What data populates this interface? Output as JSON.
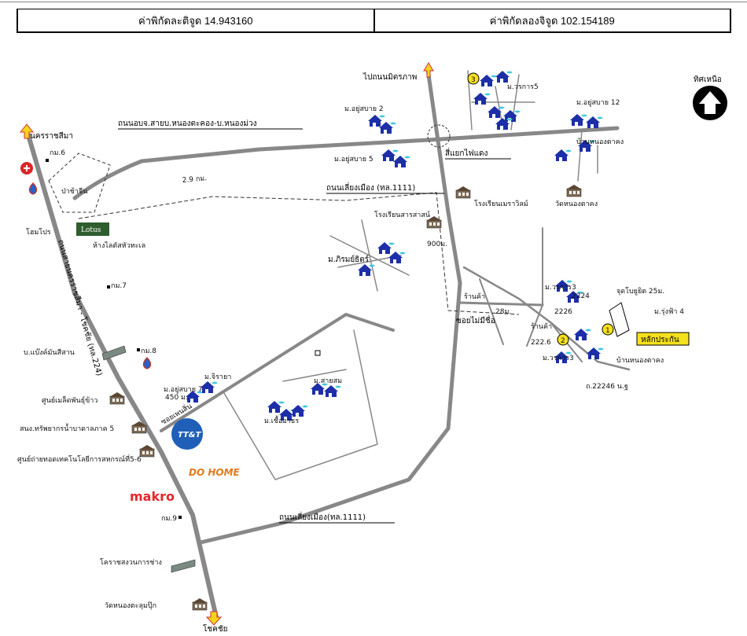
{
  "coords": {
    "latitude": "ค่าพิกัดละติจูด 14.943160",
    "longitude": "ค่าพิกัดลองจิจูด 102.154189"
  },
  "north": "ทิศเหนือ",
  "roads": {
    "to_mittraphap": "ไปถนนมิตรภาพ",
    "nong_takhong": "ถนนอบจ.สายบ.หนองตะคอง-บ.หนองม่วง",
    "bypass_top": "ถนนเลี่ยงเมือง (ทล.1111)",
    "bypass_bottom": "ถนนเลี่ยงเมือง(ทล.1111)",
    "highway": "ถนนสายนครราชสีมา - โชคชัย (ทล.224)",
    "unnamed_soi": "ซอยไม่มีชื่อ",
    "soi_siam": "ซอยเพนสิ่น"
  },
  "distances": {
    "d29": "2.9 กม.",
    "d900": "900ม.",
    "d450": "450 ม.",
    "d28": "28ม.",
    "d25": "จุดโบยูยิต 25ม."
  },
  "places": {
    "nakhon_ratchasima": "นครราชสีมา",
    "chok_chai": "โชคชัย",
    "km6": "กม.6",
    "km7": "กม.7",
    "km8": "กม.8",
    "km9": "กม.9",
    "pa_cha_chin": "ป่าช้าจีน",
    "homepro": "โฮมโปร",
    "lotus": "Lotus",
    "market": "ห้างไลตัสหัวทะเล",
    "moo_yu_sabai_2": "ม.อยู่สบาย 2",
    "moo_yu_sabai_5": "ม.อยู่สบาย 5",
    "moo_yu_sabai_7": "ม.อยู่สบาย 7",
    "moo_yu_sabai_12": "ม.อยู่สบาย 12",
    "moo_worakarn_5": "ม.วรการ5",
    "moo_worakarn_3a": "ม.วรการ3",
    "moo_worakarn_3b": "ม.วรการ3",
    "traffic_light": "สี่แยกไฟแดง",
    "ban_nong_takhong_1": "บ้านหนองตาคง",
    "ban_nong_takhong_2": "บ้านหนองตาคง",
    "school_1": "โรงเรียนเมราวิลม์",
    "school_2": "โรงเรียนสารสาสน์",
    "temple_1": "วัดหนองตาคง",
    "moo_phirom": "ม.ภิรมย์ธิตร์",
    "moo_jiraya": "ม.จิรายา",
    "moo_san_sam": "ม.สายสม",
    "moo_chuea_athon": "ม.เชื้ออาธร",
    "bang_nam": "บ.แบ๊งค์มันสีสาน",
    "seed_center": "ศูนย์เมล็ดพันธุ์ข้าว",
    "water_office": "สนง.ทรัพยากรน้ำบาดาลภาค 5",
    "tech_center": "ศูนย์ถ่ายทอดเทคโนโลยีการสหกรณ์ที่5-6",
    "tt": "TT&T",
    "do_home": "DO HOME",
    "makro": "makro",
    "korat_engine": "โคราชสงวนการช่าง",
    "temple_2": "วัดหนองตะลุมปุ๊ก",
    "shop_1": "ร้านค้า",
    "shop_2": "ร้านค้า",
    "moo_rungfa": "ม.รุ่งฟ้า 4",
    "landmark": "หลักประกัน",
    "road_22246": "ถ.22246 น.ฐ",
    "num_2224": "2224",
    "num_222a": "222.6",
    "num_2226": "2226",
    "marker_1": "1",
    "marker_2": "2",
    "marker_3": "3"
  },
  "colors": {
    "road": "#888888",
    "house_roof": "#1c2fa8",
    "house_water": "#40c8e0",
    "makro": "#e8262b",
    "tt_blue": "#1f5fb8",
    "marker": "#f5e11c"
  }
}
